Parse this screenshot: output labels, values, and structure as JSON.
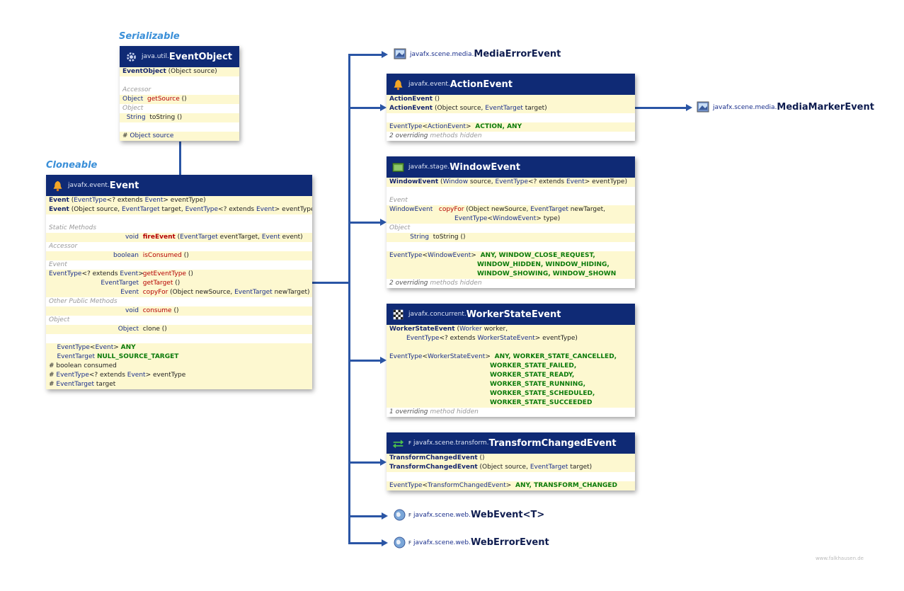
{
  "interfaces": {
    "serializable": "Serializable",
    "cloneable": "Cloneable"
  },
  "eventobject": {
    "pkg": "java.util.",
    "cls": "EventObject",
    "ctor_name": "EventObject",
    "ctor_params": " (Object source)",
    "sec1": "Accessor",
    "m1_type": "Object",
    "m1_name": "getSource",
    "m1_args": " ()",
    "sec2": "Object",
    "m2_type": "String",
    "m2_name": "toString ()",
    "field": "Object source"
  },
  "event": {
    "pkg": "javafx.event.",
    "cls": "Event",
    "c1_name": "Event",
    "c1_a": " (",
    "c1_b": "EventType",
    "c1_c": "<? extends ",
    "c1_d": "Event",
    "c1_e": "> eventType)",
    "c2_name": "Event",
    "c2_a": " (Object source, ",
    "c2_b": "EventTarget",
    "c2_c": " target, ",
    "c2_d": "EventType",
    "c2_e": "<? extends ",
    "c2_f": "Event",
    "c2_g": "> eventType)",
    "s_static": "Static Methods",
    "m_fire_type": "void",
    "m_fire_name": "fireEvent",
    "m_fire_a": " (",
    "m_fire_b": "EventTarget",
    "m_fire_c": " eventTarget, ",
    "m_fire_d": "Event",
    "m_fire_e": " event)",
    "s_accessor": "Accessor",
    "m_cons_type": "boolean",
    "m_cons_name": "isConsumed",
    "m_cons_args": " ()",
    "s_event": "Event",
    "m_get_type_a": "EventType",
    "m_get_type_b": "<? extends ",
    "m_get_type_c": "Event",
    "m_get_type_d": ">",
    "m_get_name": "getEventType",
    "m_get_args": " ()",
    "m_tgt_type": "EventTarget",
    "m_tgt_name": "getTarget",
    "m_tgt_args": " ()",
    "m_copy_type": "Event",
    "m_copy_name": "copyFor",
    "m_copy_a": " (Object newSource, ",
    "m_copy_b": "EventTarget",
    "m_copy_c": " newTarget)",
    "s_other": "Other Public Methods",
    "m_consume_type": "void",
    "m_consume_name": "consume",
    "m_consume_args": " ()",
    "s_object": "Object",
    "m_clone_type": "Object",
    "m_clone_name": "clone ()",
    "f1_a": "EventType",
    "f1_b": "<",
    "f1_c": "Event",
    "f1_d": "> ",
    "f1_e": "ANY",
    "f2_a": "EventTarget",
    "f2_b": "NULL_SOURCE_TARGET",
    "f3": "boolean consumed",
    "f4_a": "EventType",
    "f4_b": "<? extends ",
    "f4_c": "Event",
    "f4_d": "> eventType",
    "f5_a": "EventTarget",
    "f5_b": " target"
  },
  "media_error": {
    "pkg": "javafx.scene.media.",
    "cls": "MediaErrorEvent"
  },
  "action": {
    "pkg": "javafx.event.",
    "cls": "ActionEvent",
    "c1": "ActionEvent",
    "c1_args": " ()",
    "c2": "ActionEvent",
    "c2_a": " (Object source, ",
    "c2_b": "EventTarget",
    "c2_c": " target)",
    "f_a": "EventType",
    "f_b": "<",
    "f_c": "ActionEvent",
    "f_d": ">",
    "f_e": "ACTION, ANY",
    "hidden_n": "2 overriding ",
    "hidden_rest": "methods hidden"
  },
  "media_marker": {
    "pkg": "javafx.scene.media.",
    "cls": "MediaMarkerEvent"
  },
  "window": {
    "pkg": "javafx.stage.",
    "cls": "WindowEvent",
    "c1": "WindowEvent",
    "c1_a": " (",
    "c1_b": "Window",
    "c1_c": " source, ",
    "c1_d": "EventType",
    "c1_e": "<? extends ",
    "c1_f": "Event",
    "c1_g": "> eventType)",
    "s_event": "Event",
    "m1_type": "WindowEvent",
    "m1_name": "copyFor",
    "m1_a": " (Object newSource, ",
    "m1_b": "EventTarget",
    "m1_c": " newTarget,",
    "m1_l2_a": "EventType",
    "m1_l2_b": "<",
    "m1_l2_c": "WindowEvent",
    "m1_l2_d": "> type)",
    "s_object": "Object",
    "m2_type": "String",
    "m2_name": "toString ()",
    "f_a": "EventType",
    "f_b": "<",
    "f_c": "WindowEvent",
    "f_d": ">",
    "f_l1": "ANY, WINDOW_CLOSE_REQUEST,",
    "f_l2": "WINDOW_HIDDEN, WINDOW_HIDING,",
    "f_l3": "WINDOW_SHOWING, WINDOW_SHOWN",
    "hidden_n": "2 overriding ",
    "hidden_rest": "methods hidden"
  },
  "worker": {
    "pkg": "javafx.concurrent.",
    "cls": "WorkerStateEvent",
    "c1": "WorkerStateEvent",
    "c1_a": " (",
    "c1_b": "Worker",
    "c1_c": " worker,",
    "c1_l2_a": "EventType",
    "c1_l2_b": "<? extends ",
    "c1_l2_c": "WorkerStateEvent",
    "c1_l2_d": "> eventType)",
    "f_a": "EventType",
    "f_b": "<",
    "f_c": "WorkerStateEvent",
    "f_d": ">",
    "f_l1": "ANY, WORKER_STATE_CANCELLED,",
    "f_l2": "WORKER_STATE_FAILED,",
    "f_l3": "WORKER_STATE_READY,",
    "f_l4": "WORKER_STATE_RUNNING,",
    "f_l5": "WORKER_STATE_SCHEDULED,",
    "f_l6": "WORKER_STATE_SUCCEEDED",
    "hidden_n": "1 overriding ",
    "hidden_rest": "method hidden"
  },
  "transform": {
    "mod": "F",
    "pkg": "javafx.scene.transform.",
    "cls": "TransformChangedEvent",
    "c1": "TransformChangedEvent",
    "c1_args": " ()",
    "c2": "TransformChangedEvent",
    "c2_a": " (Object source, ",
    "c2_b": "EventTarget",
    "c2_c": " target)",
    "f_a": "EventType",
    "f_b": "<",
    "f_c": "TransformChangedEvent",
    "f_d": ">",
    "f_e": "ANY, TRANSFORM_CHANGED"
  },
  "webevent": {
    "mod": "F",
    "pkg": "javafx.scene.web.",
    "cls": "WebEvent",
    "generic": "<T>"
  },
  "weberror": {
    "mod": "F",
    "pkg": "javafx.scene.web.",
    "cls": "WebErrorEvent"
  },
  "footer": "www.falkhausen.de"
}
